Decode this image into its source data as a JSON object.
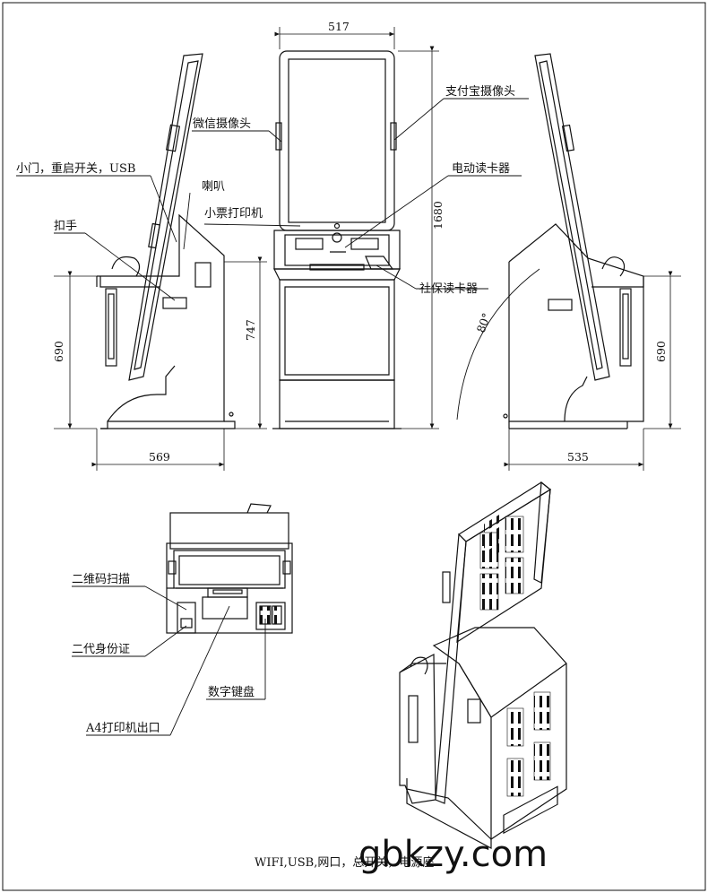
{
  "labels": {
    "wechat_camera": "微信摄像头",
    "alipay_camera": "支付宝摄像头",
    "door_restart_usb": "小门，重启开关，USB",
    "speaker": "喇叭",
    "motor_card_reader": "电动读卡器",
    "receipt_printer": "小票打印机",
    "handle": "扣手",
    "social_card_reader": "社保读卡器",
    "qr_scanner": "二维码扫描",
    "id_card_reader": "二代身份证",
    "numeric_keypad": "数字键盘",
    "a4_printer_outlet": "A4打印机出口",
    "bottom_ports": "WIFI,USB,网口，总开关，电源座"
  },
  "dimensions": {
    "front_width": "517",
    "total_height": "1680",
    "side_width_left": "569",
    "side_height_left": "690",
    "front_desk_height": "747",
    "tilt_angle": "80°",
    "side_width_right": "535",
    "side_height_right": "690"
  },
  "watermark": "gbkzy.com"
}
